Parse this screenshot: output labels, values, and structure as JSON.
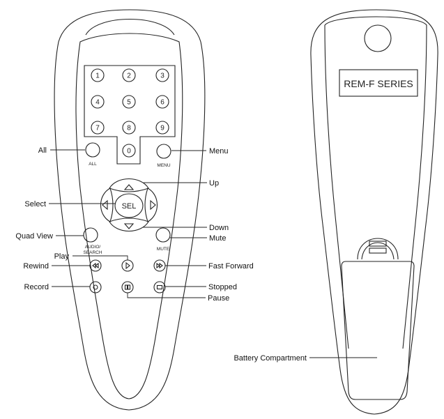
{
  "remote_front": {
    "digits": [
      "1",
      "2",
      "3",
      "4",
      "5",
      "6",
      "7",
      "8",
      "9",
      "0"
    ],
    "all_label": "ALL",
    "menu_label": "MENU",
    "sel_label": "SEL",
    "audio_label_1": "AUDIO/",
    "audio_label_2": "SEARCH",
    "mute_label": "MUTE"
  },
  "remote_back": {
    "series_label": "REM-F SERIES"
  },
  "callouts": {
    "all": "All",
    "menu": "Menu",
    "up": "Up",
    "select": "Select",
    "down": "Down",
    "quad_view": "Quad View",
    "mute": "Mute",
    "play": "Play",
    "rewind": "Rewind",
    "fast_forward": "Fast Forward",
    "record": "Record",
    "stopped": "Stopped",
    "pause": "Pause",
    "battery": "Battery Compartment"
  }
}
